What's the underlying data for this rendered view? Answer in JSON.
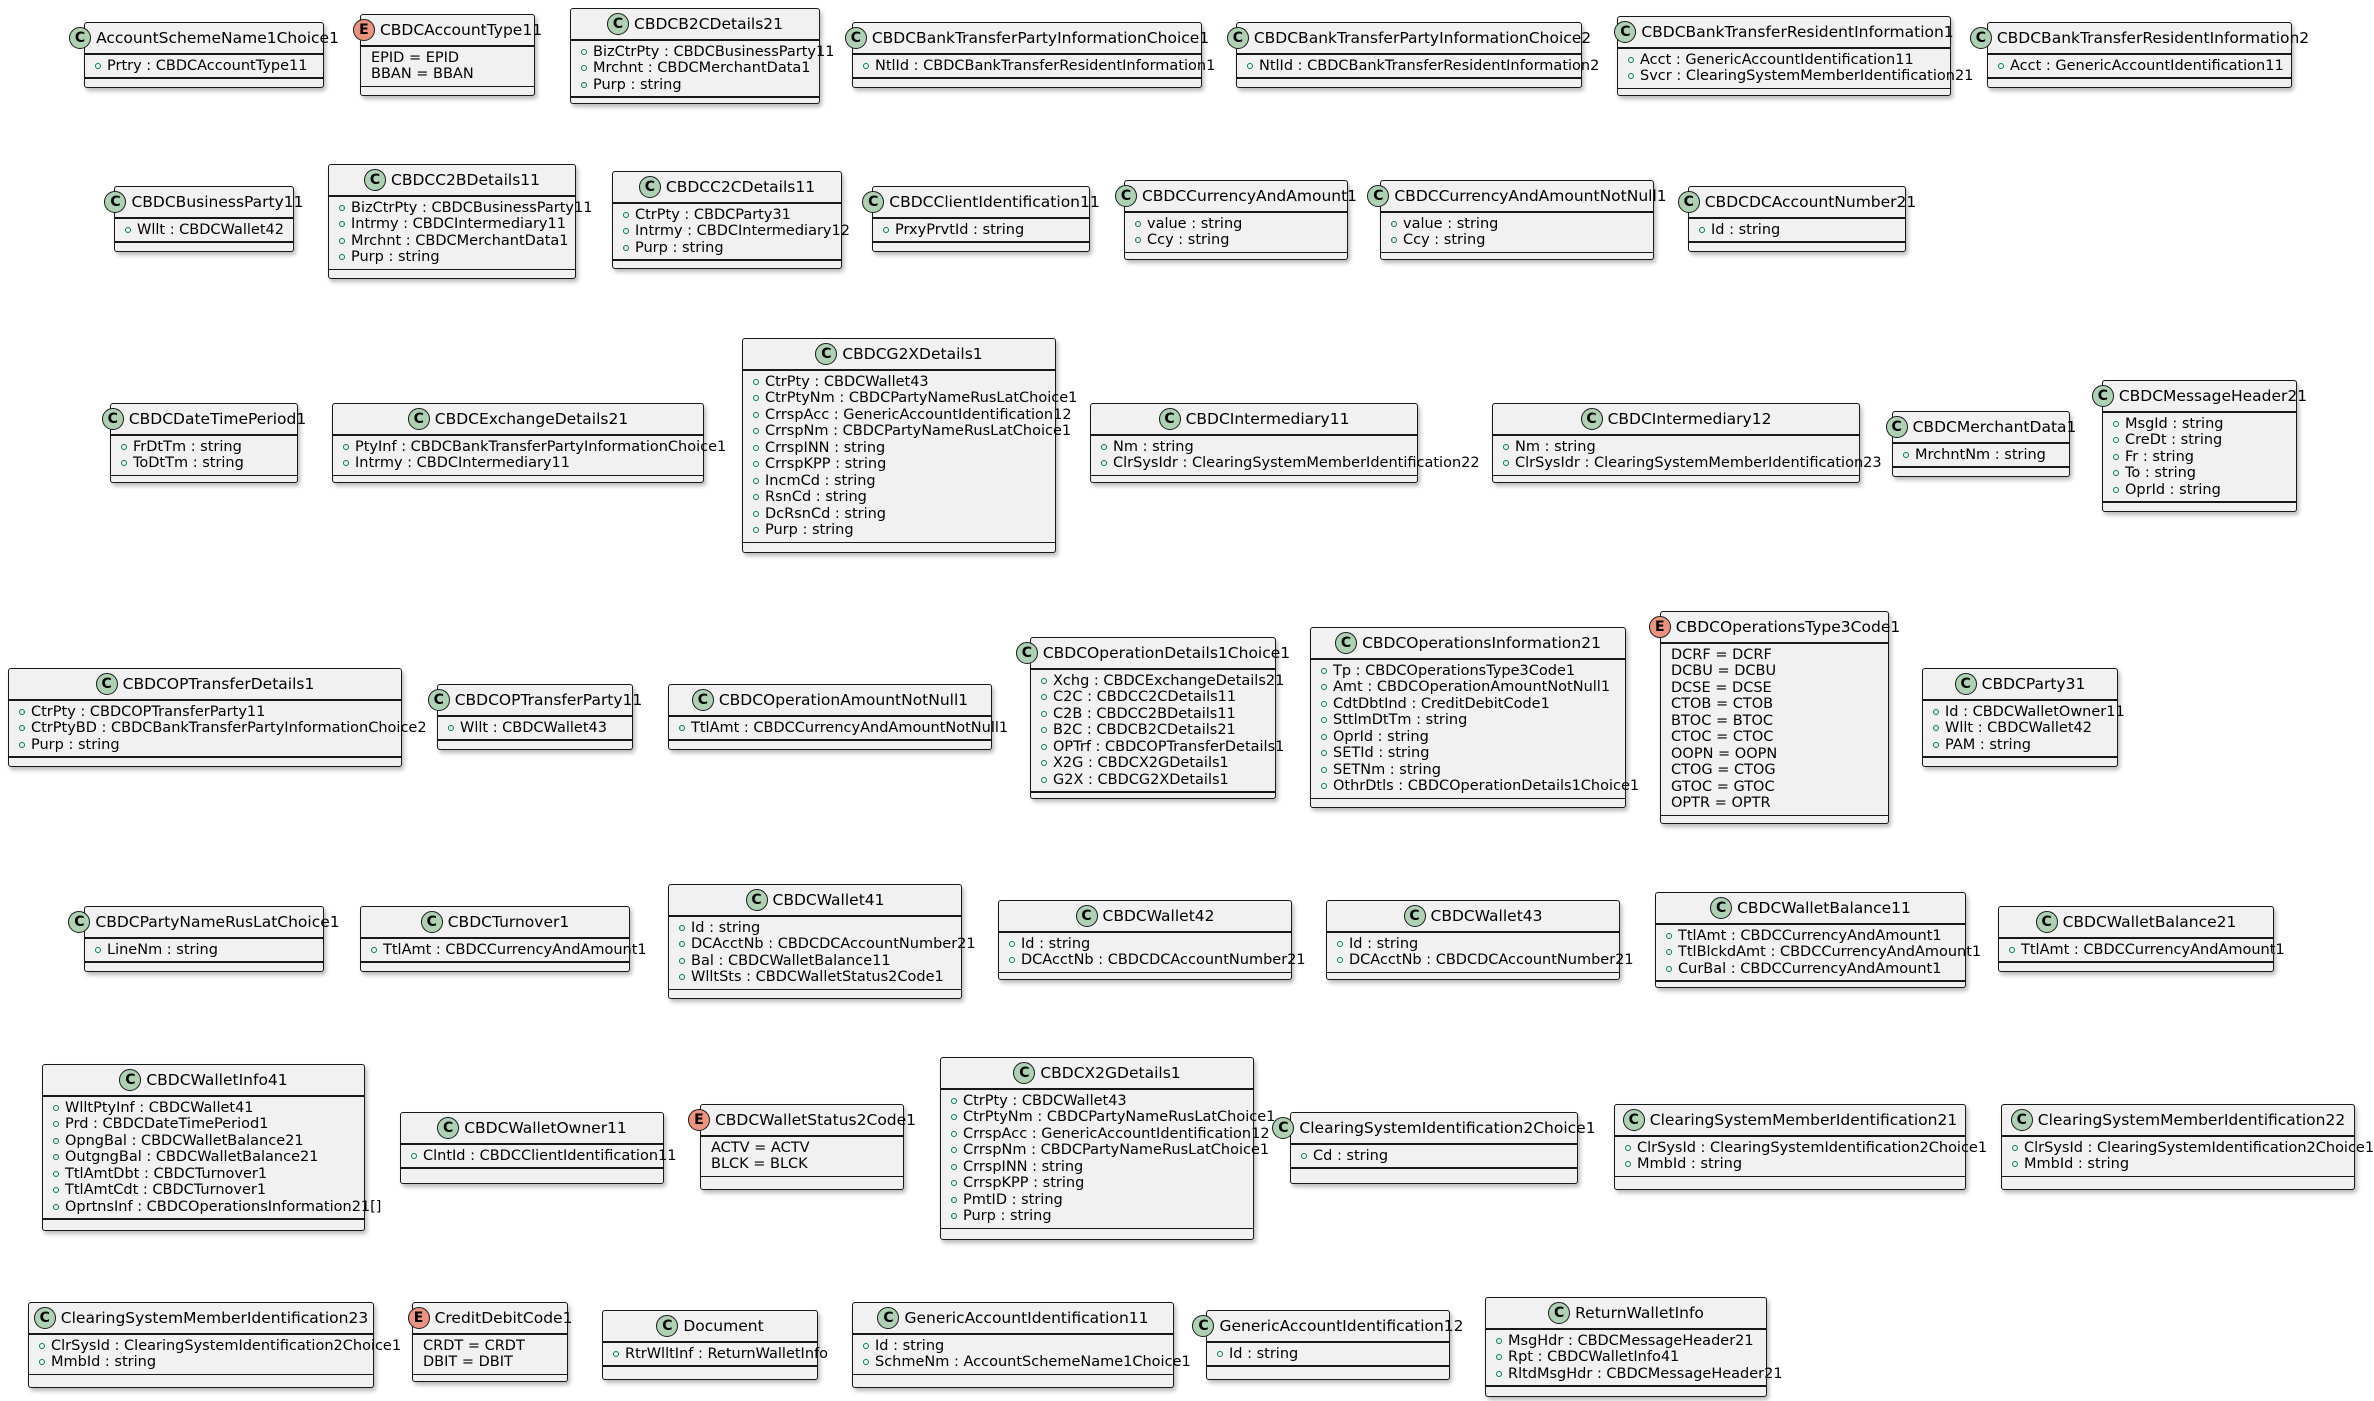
{
  "classes": [
    {
      "name": "AccountSchemeName1Choice1",
      "kind": "C",
      "attrs": [
        "Prtry : CBDCAccountType11"
      ]
    },
    {
      "name": "CBDCAccountType11",
      "kind": "E",
      "attrs": [
        "EPID = EPID",
        "BBAN = BBAN"
      ]
    },
    {
      "name": "CBDCB2CDetails21",
      "kind": "C",
      "attrs": [
        "BizCtrPty : CBDCBusinessParty11",
        "Mrchnt : CBDCMerchantData1",
        "Purp : string"
      ]
    },
    {
      "name": "CBDCBankTransferPartyInformationChoice1",
      "kind": "C",
      "attrs": [
        "NtlId : CBDCBankTransferResidentInformation1"
      ]
    },
    {
      "name": "CBDCBankTransferPartyInformationChoice2",
      "kind": "C",
      "attrs": [
        "NtlId : CBDCBankTransferResidentInformation2"
      ]
    },
    {
      "name": "CBDCBankTransferResidentInformation1",
      "kind": "C",
      "attrs": [
        "Acct : GenericAccountIdentification11",
        "Svcr : ClearingSystemMemberIdentification21"
      ]
    },
    {
      "name": "CBDCBankTransferResidentInformation2",
      "kind": "C",
      "attrs": [
        "Acct : GenericAccountIdentification11"
      ]
    },
    {
      "name": "CBDCBusinessParty11",
      "kind": "C",
      "attrs": [
        "Wllt : CBDCWallet42"
      ]
    },
    {
      "name": "CBDCC2BDetails11",
      "kind": "C",
      "attrs": [
        "BizCtrPty : CBDCBusinessParty11",
        "Intrmy : CBDCIntermediary11",
        "Mrchnt : CBDCMerchantData1",
        "Purp : string"
      ]
    },
    {
      "name": "CBDCC2CDetails11",
      "kind": "C",
      "attrs": [
        "CtrPty : CBDCParty31",
        "Intrmy : CBDCIntermediary12",
        "Purp : string"
      ]
    },
    {
      "name": "CBDCClientIdentification11",
      "kind": "C",
      "attrs": [
        "PrxyPrvtId : string"
      ]
    },
    {
      "name": "CBDCCurrencyAndAmount1",
      "kind": "C",
      "attrs": [
        "value : string",
        "Ccy : string"
      ]
    },
    {
      "name": "CBDCCurrencyAndAmountNotNull1",
      "kind": "C",
      "attrs": [
        "value : string",
        "Ccy : string"
      ]
    },
    {
      "name": "CBDCDCAccountNumber21",
      "kind": "C",
      "attrs": [
        "Id : string"
      ]
    },
    {
      "name": "CBDCDateTimePeriod1",
      "kind": "C",
      "attrs": [
        "FrDtTm : string",
        "ToDtTm : string"
      ]
    },
    {
      "name": "CBDCExchangeDetails21",
      "kind": "C",
      "attrs": [
        "PtyInf : CBDCBankTransferPartyInformationChoice1",
        "Intrmy : CBDCIntermediary11"
      ]
    },
    {
      "name": "CBDCG2XDetails1",
      "kind": "C",
      "attrs": [
        "CtrPty : CBDCWallet43",
        "CtrPtyNm : CBDCPartyNameRusLatChoice1",
        "CrrspAcc : GenericAccountIdentification12",
        "CrrspNm : CBDCPartyNameRusLatChoice1",
        "CrrspINN : string",
        "CrrspKPP : string",
        "IncmCd : string",
        "RsnCd : string",
        "DcRsnCd : string",
        "Purp : string"
      ]
    },
    {
      "name": "CBDCIntermediary11",
      "kind": "C",
      "attrs": [
        "Nm : string",
        "ClrSysIdr : ClearingSystemMemberIdentification22"
      ]
    },
    {
      "name": "CBDCIntermediary12",
      "kind": "C",
      "attrs": [
        "Nm : string",
        "ClrSysIdr : ClearingSystemMemberIdentification23"
      ]
    },
    {
      "name": "CBDCMerchantData1",
      "kind": "C",
      "attrs": [
        "MrchntNm : string"
      ]
    },
    {
      "name": "CBDCMessageHeader21",
      "kind": "C",
      "attrs": [
        "MsgId : string",
        "CreDt : string",
        "Fr : string",
        "To : string",
        "OprId : string"
      ]
    },
    {
      "name": "CBDCOPTransferDetails1",
      "kind": "C",
      "attrs": [
        "CtrPty : CBDCOPTransferParty11",
        "CtrPtyBD : CBDCBankTransferPartyInformationChoice2",
        "Purp : string"
      ]
    },
    {
      "name": "CBDCOPTransferParty11",
      "kind": "C",
      "attrs": [
        "Wllt : CBDCWallet43"
      ]
    },
    {
      "name": "CBDCOperationAmountNotNull1",
      "kind": "C",
      "attrs": [
        "TtlAmt : CBDCCurrencyAndAmountNotNull1"
      ]
    },
    {
      "name": "CBDCOperationDetails1Choice1",
      "kind": "C",
      "attrs": [
        "Xchg : CBDCExchangeDetails21",
        "C2C : CBDCC2CDetails11",
        "C2B : CBDCC2BDetails11",
        "B2C : CBDCB2CDetails21",
        "OPTrf : CBDCOPTransferDetails1",
        "X2G : CBDCX2GDetails1",
        "G2X : CBDCG2XDetails1"
      ]
    },
    {
      "name": "CBDCOperationsInformation21",
      "kind": "C",
      "attrs": [
        "Tp : CBDCOperationsType3Code1",
        "Amt : CBDCOperationAmountNotNull1",
        "CdtDbtInd : CreditDebitCode1",
        "SttlmDtTm : string",
        "OprId : string",
        "SETId : string",
        "SETNm : string",
        "OthrDtls : CBDCOperationDetails1Choice1"
      ]
    },
    {
      "name": "CBDCOperationsType3Code1",
      "kind": "E",
      "attrs": [
        "DCRF = DCRF",
        "DCBU = DCBU",
        "DCSE = DCSE",
        "CTOB = CTOB",
        "BTOC = BTOC",
        "CTOC = CTOC",
        "OOPN = OOPN",
        "CTOG = CTOG",
        "GTOC = GTOC",
        "OPTR = OPTR"
      ]
    },
    {
      "name": "CBDCParty31",
      "kind": "C",
      "attrs": [
        "Id : CBDCWalletOwner11",
        "Wllt : CBDCWallet42",
        "PAM : string"
      ]
    },
    {
      "name": "CBDCPartyNameRusLatChoice1",
      "kind": "C",
      "attrs": [
        "LineNm : string"
      ]
    },
    {
      "name": "CBDCTurnover1",
      "kind": "C",
      "attrs": [
        "TtlAmt : CBDCCurrencyAndAmount1"
      ]
    },
    {
      "name": "CBDCWallet41",
      "kind": "C",
      "attrs": [
        "Id : string",
        "DCAcctNb : CBDCDCAccountNumber21",
        "Bal : CBDCWalletBalance11",
        "WlltSts : CBDCWalletStatus2Code1"
      ]
    },
    {
      "name": "CBDCWallet42",
      "kind": "C",
      "attrs": [
        "Id : string",
        "DCAcctNb : CBDCDCAccountNumber21"
      ]
    },
    {
      "name": "CBDCWallet43",
      "kind": "C",
      "attrs": [
        "Id : string",
        "DCAcctNb : CBDCDCAccountNumber21"
      ]
    },
    {
      "name": "CBDCWalletBalance11",
      "kind": "C",
      "attrs": [
        "TtlAmt : CBDCCurrencyAndAmount1",
        "TtlBlckdAmt : CBDCCurrencyAndAmount1",
        "CurBal : CBDCCurrencyAndAmount1"
      ]
    },
    {
      "name": "CBDCWalletBalance21",
      "kind": "C",
      "attrs": [
        "TtlAmt : CBDCCurrencyAndAmount1"
      ]
    },
    {
      "name": "CBDCWalletInfo41",
      "kind": "C",
      "attrs": [
        "WlltPtyInf : CBDCWallet41",
        "Prd : CBDCDateTimePeriod1",
        "OpngBal : CBDCWalletBalance21",
        "OutgngBal : CBDCWalletBalance21",
        "TtlAmtDbt : CBDCTurnover1",
        "TtlAmtCdt : CBDCTurnover1",
        "OprtnsInf : CBDCOperationsInformation21[]"
      ]
    },
    {
      "name": "CBDCWalletOwner11",
      "kind": "C",
      "attrs": [
        "ClntId : CBDCClientIdentification11"
      ]
    },
    {
      "name": "CBDCWalletStatus2Code1",
      "kind": "E",
      "attrs": [
        "ACTV = ACTV",
        "BLCK = BLCK"
      ]
    },
    {
      "name": "CBDCX2GDetails1",
      "kind": "C",
      "attrs": [
        "CtrPty : CBDCWallet43",
        "CtrPtyNm : CBDCPartyNameRusLatChoice1",
        "CrrspAcc : GenericAccountIdentification12",
        "CrrspNm : CBDCPartyNameRusLatChoice1",
        "CrrspINN : string",
        "CrrspKPP : string",
        "PmtID : string",
        "Purp : string"
      ]
    },
    {
      "name": "ClearingSystemIdentification2Choice1",
      "kind": "C",
      "attrs": [
        "Cd : string"
      ]
    },
    {
      "name": "ClearingSystemMemberIdentification21",
      "kind": "C",
      "attrs": [
        "ClrSysId : ClearingSystemIdentification2Choice1",
        "MmbId : string"
      ]
    },
    {
      "name": "ClearingSystemMemberIdentification22",
      "kind": "C",
      "attrs": [
        "ClrSysId : ClearingSystemIdentification2Choice1",
        "MmbId : string"
      ]
    },
    {
      "name": "ClearingSystemMemberIdentification23",
      "kind": "C",
      "attrs": [
        "ClrSysId : ClearingSystemIdentification2Choice1",
        "MmbId : string"
      ]
    },
    {
      "name": "CreditDebitCode1",
      "kind": "E",
      "attrs": [
        "CRDT = CRDT",
        "DBIT = DBIT"
      ]
    },
    {
      "name": "Document",
      "kind": "C",
      "attrs": [
        "RtrWlltInf : ReturnWalletInfo"
      ]
    },
    {
      "name": "GenericAccountIdentification11",
      "kind": "C",
      "attrs": [
        "Id : string",
        "SchmeNm : AccountSchemeName1Choice1"
      ]
    },
    {
      "name": "GenericAccountIdentification12",
      "kind": "C",
      "attrs": [
        "Id : string"
      ]
    },
    {
      "name": "ReturnWalletInfo",
      "kind": "C",
      "attrs": [
        "MsgHdr : CBDCMessageHeader21",
        "Rpt : CBDCWalletInfo41",
        "RltdMsgHdr : CBDCMessageHeader21"
      ]
    }
  ]
}
